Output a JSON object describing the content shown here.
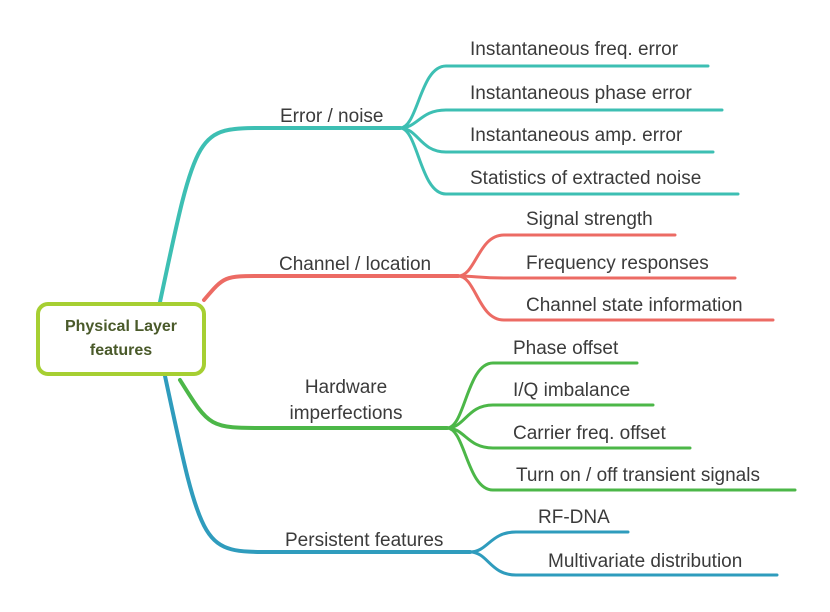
{
  "root": {
    "label": "Physical Layer\nfeatures"
  },
  "colors": {
    "root_border": "#a6cf32",
    "error_noise": "#3dbfb3",
    "channel_location": "#ec6b64",
    "hardware": "#4cb748",
    "persistent": "#2f9cbd"
  },
  "branches": [
    {
      "id": "error-noise",
      "label": "Error / noise",
      "color": "#3dbfb3",
      "leaves": [
        "Instantaneous freq. error",
        "Instantaneous phase error",
        "Instantaneous amp. error",
        "Statistics of extracted noise"
      ]
    },
    {
      "id": "channel-location",
      "label": "Channel / location",
      "color": "#ec6b64",
      "leaves": [
        "Signal strength",
        "Frequency responses",
        "Channel state information"
      ]
    },
    {
      "id": "hardware-imperfections",
      "label": "Hardware\nimperfections",
      "color": "#4cb748",
      "leaves": [
        "Phase offset",
        "I/Q imbalance",
        "Carrier freq. offset",
        "Turn on / off transient signals"
      ]
    },
    {
      "id": "persistent-features",
      "label": "Persistent features",
      "color": "#2f9cbd",
      "leaves": [
        "RF-DNA",
        "Multivariate distribution"
      ]
    }
  ]
}
